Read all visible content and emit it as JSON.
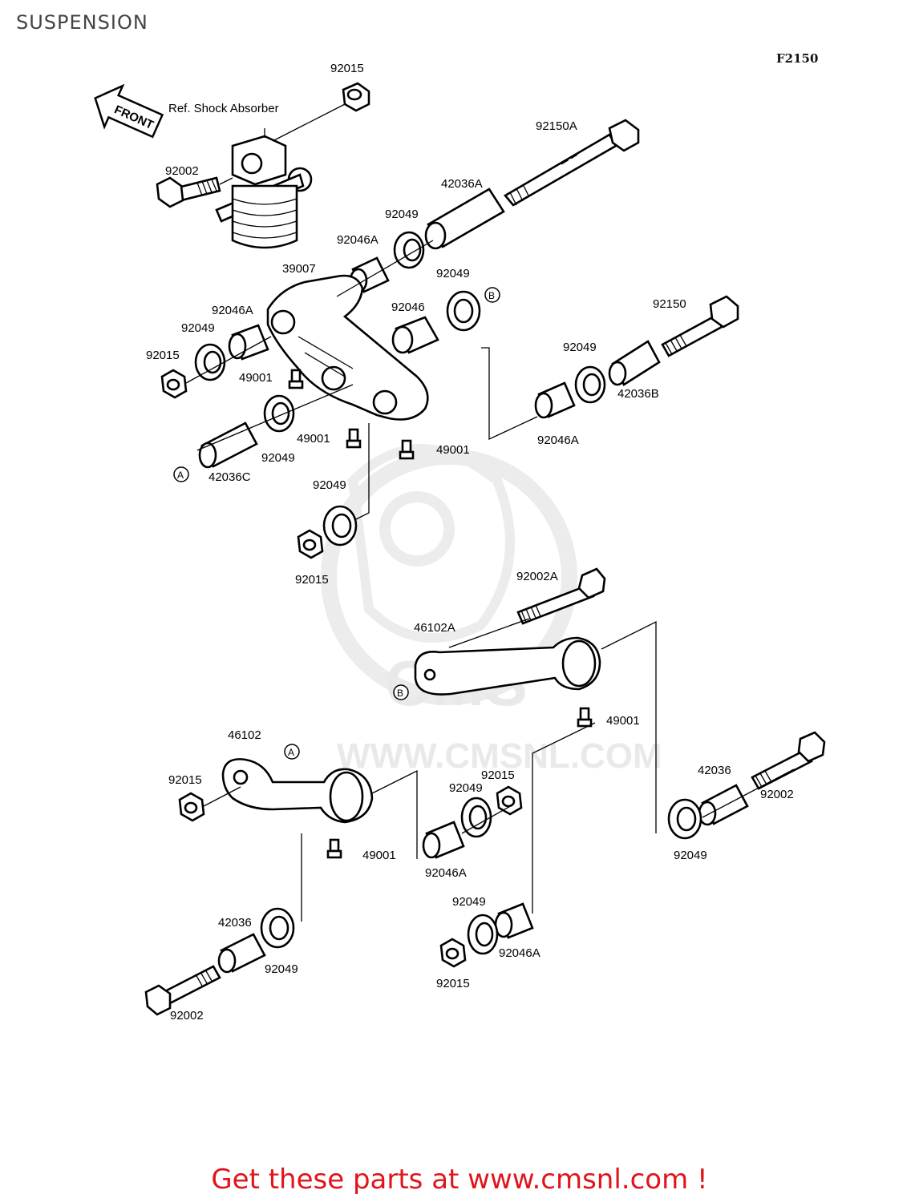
{
  "page": {
    "title": "SUSPENSION",
    "figure_code": "F2150"
  },
  "front_arrow": {
    "label": "FRONT"
  },
  "reference_note": "Ref. Shock Absorber",
  "watermark": {
    "url_text": "WWW.CMSNL.COM"
  },
  "callouts": [
    {
      "id": "A",
      "label": "A"
    },
    {
      "id": "B",
      "label": "B"
    }
  ],
  "part_labels": [
    {
      "id": "p01",
      "text": "92015"
    },
    {
      "id": "p02",
      "text": "92002"
    },
    {
      "id": "p03",
      "text": "92150A"
    },
    {
      "id": "p04",
      "text": "42036A"
    },
    {
      "id": "p05",
      "text": "92049"
    },
    {
      "id": "p06",
      "text": "92046A"
    },
    {
      "id": "p07",
      "text": "39007"
    },
    {
      "id": "p08",
      "text": "92049"
    },
    {
      "id": "p09",
      "text": "92046"
    },
    {
      "id": "p10",
      "text": "92046A"
    },
    {
      "id": "p11",
      "text": "92049"
    },
    {
      "id": "p12",
      "text": "92015"
    },
    {
      "id": "p13",
      "text": "49001"
    },
    {
      "id": "p14",
      "text": "92150"
    },
    {
      "id": "p15",
      "text": "92049"
    },
    {
      "id": "p16",
      "text": "42036B"
    },
    {
      "id": "p17",
      "text": "92046A"
    },
    {
      "id": "p18",
      "text": "49001"
    },
    {
      "id": "p19",
      "text": "49001"
    },
    {
      "id": "p20",
      "text": "92049"
    },
    {
      "id": "p21",
      "text": "42036C"
    },
    {
      "id": "p22",
      "text": "92049"
    },
    {
      "id": "p23",
      "text": "92015"
    },
    {
      "id": "p24",
      "text": "92002A"
    },
    {
      "id": "p25",
      "text": "46102A"
    },
    {
      "id": "p26",
      "text": "49001"
    },
    {
      "id": "p27",
      "text": "46102"
    },
    {
      "id": "p28",
      "text": "92015"
    },
    {
      "id": "p29",
      "text": "92015"
    },
    {
      "id": "p30",
      "text": "92049"
    },
    {
      "id": "p31",
      "text": "42036"
    },
    {
      "id": "p32",
      "text": "92002"
    },
    {
      "id": "p33",
      "text": "49001"
    },
    {
      "id": "p34",
      "text": "92046A"
    },
    {
      "id": "p35",
      "text": "92049"
    },
    {
      "id": "p36",
      "text": "92049"
    },
    {
      "id": "p37",
      "text": "42036"
    },
    {
      "id": "p38",
      "text": "92049"
    },
    {
      "id": "p39",
      "text": "92046A"
    },
    {
      "id": "p40",
      "text": "92015"
    },
    {
      "id": "p41",
      "text": "92002"
    }
  ],
  "footer": {
    "text": "Get these parts at www.cmsnl.com !",
    "color": "#e0141b"
  }
}
